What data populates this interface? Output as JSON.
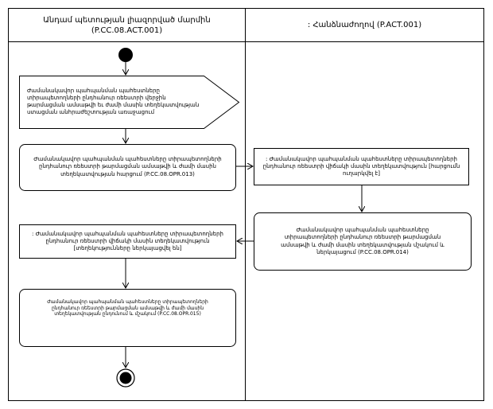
{
  "lanes": {
    "left_title": "Անդամ պետության լիազորված մարմին (P.CC.08.ACT.001)",
    "right_title": ": Հանձնաժողով (P.ACT.001)"
  },
  "nodes": {
    "event_signal": "Ժամանակավոր պահպանման պահեստները տիրապետողների ընդհանուր ռեեստրի վերջին թարմացման ամսաթվի եւ ժամի մասին տեղեկատվության ստացման անհրաժեշտության առաջացում",
    "request_op": "Ժամանակավոր պահպանման պահեստները տիրապետողների ընդհանուր ռեեստրի թարմացման ամսաթվի և ժամի մասին տեղեկատվության հարցում (P.CC.08.OPR.013)",
    "request_object": ": Ժամանակավոր պահպանման պահեստները տիրապետողների ընդհանուր ռեեստրի վիճակի մասին տեղեկատվություն [հարցումն ուղարկվել է]",
    "provide_op": "Ժամանակավոր պահպանման պահեստները տիրապետողների ընդհանուր ռեեստրի թարմացման ամսաթվի և ժամի մասին տեղեկատվության մշակում և ներկայացում (P.CC.08.OPR.014)",
    "response_object": ": Ժամանակավոր պահպանման պահեստները տիրապետողների ընդհանուր ռեեստրի վիճակի մասին տեղեկատվություն [տեղեկությունները ներկայացվել են]",
    "receive_op": "Ժամանակավոր պահպանման պահեստները տիրապետողների ընդհանուր ռեեստրի թարմացման ամսաթվի և ժամի մասին տեղեկատվության ընդունում և մշակում (P.CC.08.OPR.015)"
  },
  "colors": {
    "line": "#000000",
    "background": "#ffffff"
  }
}
